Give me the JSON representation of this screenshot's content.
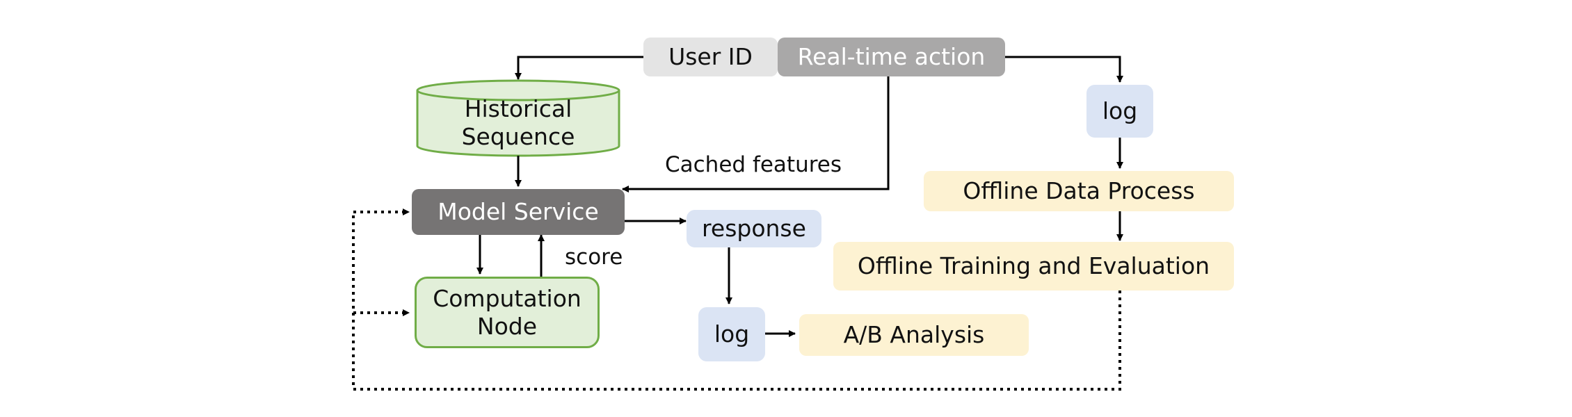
{
  "colors": {
    "user_id_box": "#e4e4e4",
    "realtime_box": "#a9a8a8",
    "model_service_box": "#767474",
    "blue_box": "#dbe4f4",
    "yellow_box": "#fdf2d2",
    "green_fill": "#e2efd9",
    "green_border": "#70ad47",
    "line": "#000000"
  },
  "nodes": {
    "user_id": "User ID",
    "realtime_action": "Real-time action",
    "historical_sequence": "Historical Sequence",
    "model_service": "Model Service",
    "computation_node": "Computation Node",
    "response": "response",
    "log_right": "log",
    "log_bottom": "log",
    "ab_analysis": "A/B Analysis",
    "offline_data_process": "Offline Data Process",
    "offline_training": "Offline Training and Evaluation"
  },
  "labels": {
    "cached_features": "Cached features",
    "score": "score"
  }
}
